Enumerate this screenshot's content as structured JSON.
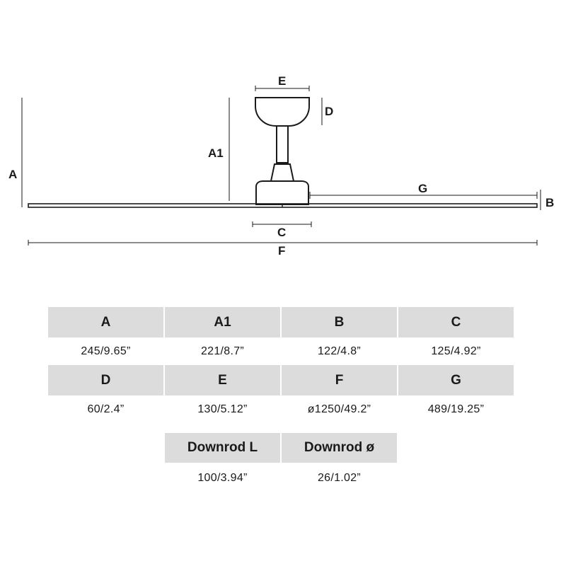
{
  "diagram": {
    "labels": {
      "a": "A",
      "a1": "A1",
      "b": "B",
      "c": "C",
      "d": "D",
      "e": "E",
      "f": "F",
      "g": "G"
    }
  },
  "table": {
    "rows": [
      [
        {
          "key": "A",
          "value": "245/9.65”"
        },
        {
          "key": "A1",
          "value": "221/8.7”"
        },
        {
          "key": "B",
          "value": "122/4.8”"
        },
        {
          "key": "C",
          "value": "125/4.92”"
        }
      ],
      [
        {
          "key": "D",
          "value": "60/2.4”"
        },
        {
          "key": "E",
          "value": "130/5.12”"
        },
        {
          "key": "F",
          "value": "ø1250/49.2”"
        },
        {
          "key": "G",
          "value": "489/19.25”"
        }
      ],
      [
        {
          "key": "Downrod L",
          "value": "100/3.94”"
        },
        {
          "key": "Downrod ø",
          "value": "26/1.02”"
        }
      ]
    ]
  }
}
